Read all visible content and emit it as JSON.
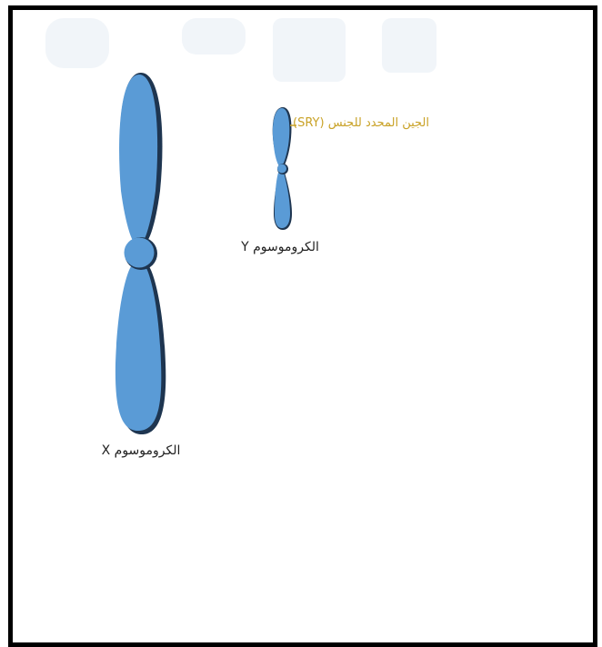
{
  "diagram": {
    "x_chromosome_label": "الكروموسوم X",
    "y_chromosome_label": "الكروموسوم Y",
    "sry_gene_label": "الجين المحدد للجنس (SRY)"
  },
  "colors": {
    "chromosome_fill": "#5a9bd6",
    "chromosome_shadow": "#1e3550",
    "sry_label": "#c9a227",
    "frame_border": "#000000"
  }
}
